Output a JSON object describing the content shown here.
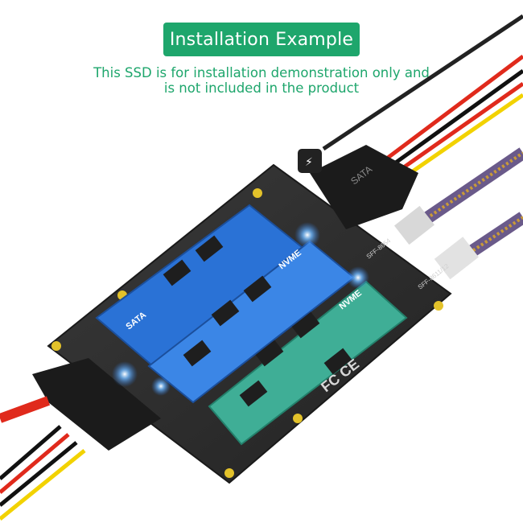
{
  "header": {
    "badge_label": "Installation Example",
    "caption_line1": "This SSD is for installation demonstration only and",
    "caption_line2": "is not included in the product"
  },
  "product": {
    "sata_slot_label": "SATA",
    "nvme_slot_label_1": "NVME",
    "nvme_slot_label_2": "NVME",
    "sata_connector_label": "SATA",
    "port_label_1": "SFF-8654",
    "port_label_2": "SFF-8611/12",
    "cert_mark": "FC CE"
  },
  "colors": {
    "accent": "#1ea66c",
    "pcb": "#2b2b2b",
    "ssd_blue": "#2a72d6",
    "ssd_green": "#3fae96",
    "cable_red": "#e02a1c",
    "cable_yellow": "#f2d200"
  }
}
